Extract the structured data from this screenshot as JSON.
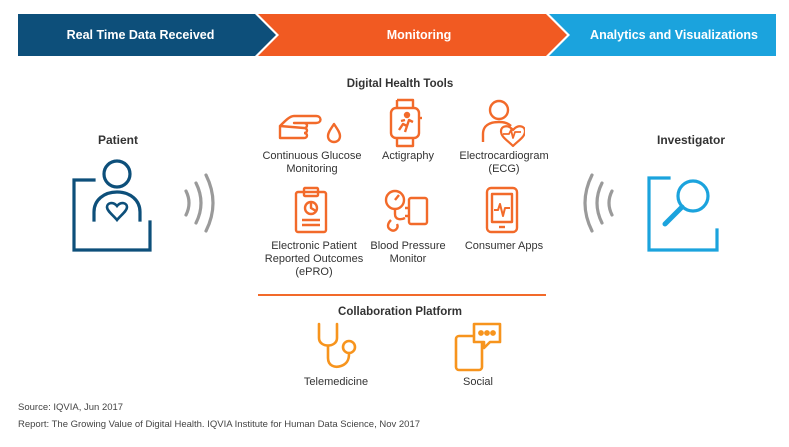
{
  "colors": {
    "stage1": "#0d4f7a",
    "stage2": "#f15a22",
    "stage3": "#1ba3dd",
    "patient": "#0d4f7a",
    "investigator": "#1ba3dd",
    "tool_orange": "#f26a2a",
    "collab_orange": "#f7941d",
    "signal_gray": "#9a9a9a"
  },
  "pipeline": {
    "stages": [
      {
        "label": "Real Time Data Received"
      },
      {
        "label": "Monitoring"
      },
      {
        "label": "Analytics and Visualizations"
      }
    ]
  },
  "patient": {
    "label": "Patient",
    "icon": "patient-heart-icon"
  },
  "investigator": {
    "label": "Investigator",
    "icon": "magnifier-icon"
  },
  "digital_health": {
    "title": "Digital Health Tools",
    "tools": [
      {
        "line1": "Continuous Glucose",
        "line2": "Monitoring",
        "line3": "",
        "icon": "glucose-finger-icon"
      },
      {
        "line1": "Actigraphy",
        "line2": "",
        "line3": "",
        "icon": "smartwatch-icon"
      },
      {
        "line1": "Electrocardiogram",
        "line2": "(ECG)",
        "line3": "",
        "icon": "ecg-person-icon"
      },
      {
        "line1": "Electronic Patient",
        "line2": "Reported Outcomes",
        "line3": "(ePRO)",
        "icon": "clipboard-icon"
      },
      {
        "line1": "Blood Pressure",
        "line2": "Monitor",
        "line3": "",
        "icon": "blood-pressure-icon"
      },
      {
        "line1": "Consumer Apps",
        "line2": "",
        "line3": "",
        "icon": "tablet-app-icon"
      }
    ]
  },
  "collaboration": {
    "title": "Collaboration Platform",
    "items": [
      {
        "label": "Telemedicine",
        "icon": "stethoscope-icon"
      },
      {
        "label": "Social",
        "icon": "chat-phone-icon"
      }
    ]
  },
  "footer": {
    "source": "Source: IQVIA, Jun 2017",
    "report": "Report: The Growing Value of Digital Health. IQVIA Institute for Human Data Science, Nov 2017"
  }
}
